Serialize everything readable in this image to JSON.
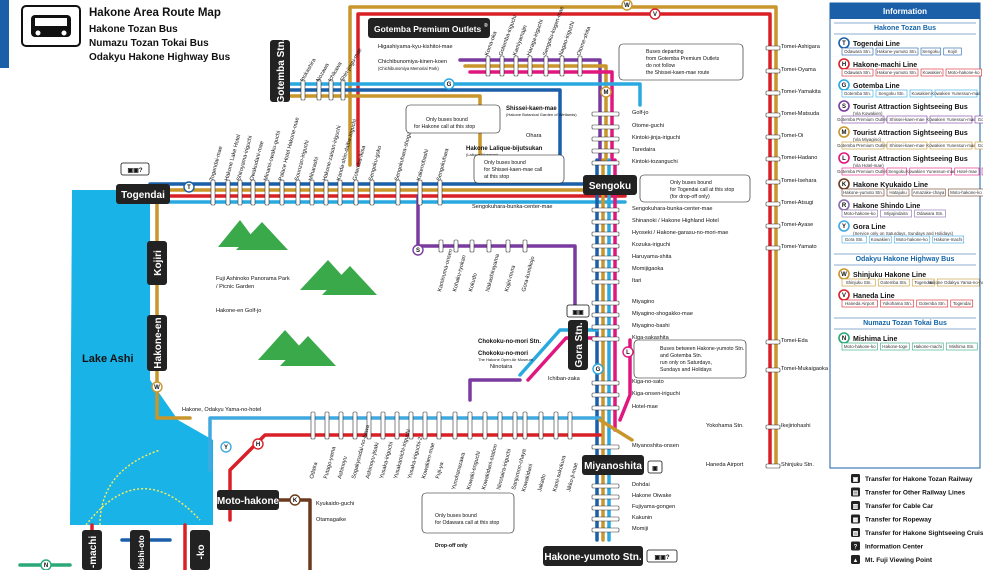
{
  "header": {
    "title": "Hakone Area Route Map",
    "subtitle_lines": [
      "Hakone Tozan Bus",
      "Numazu Tozan Tokai Bus",
      "Odakyu Hakone Highway Bus"
    ]
  },
  "colors": {
    "brand_blue": "#1a5fa8",
    "togendai": "#1a5fa8",
    "hakone_machi": "#d92027",
    "gotemba": "#2aa8e0",
    "tourist_s": "#7b3aa0",
    "tourist_m": "#c8962b",
    "tourist_l": "#e0177e",
    "kyukaido": "#6b3a1e",
    "shindo": "#8a6bb0",
    "gora": "#40a9e0",
    "shinjuku": "#c8962b",
    "haneda": "#d92027",
    "mishima": "#2aa878",
    "lake": "#1ab3e8",
    "mountain": "#3aa94a"
  },
  "hubs": {
    "togendai": "Togendai",
    "sengoku": "Sengoku",
    "kojiri": "Kojiri",
    "hakone_en": "Hakone-en",
    "gotemba_stn": "Gotemba Stn.",
    "gotemba_outlets": "Gotemba Premium Outlets",
    "gotemba_outlets_reg": "®",
    "gora_stn": "Gora Stn.",
    "miyanoshita": "Miyanoshita",
    "moto_hakone": "Moto-hakone",
    "yumoto_stn": "Hakone-yumoto Stn.",
    "machi_fragment": "-machi",
    "kashi_fragment": "kishi-oto",
    "ko_fragment": "-ko"
  },
  "lake_label": "Lake Ashi",
  "stations": {
    "top_diag": [
      "Inokashira",
      "Nozawa",
      "Ichikawa",
      "Shin-jingu-mae"
    ],
    "top_right_diag": [
      "Koma-oka",
      "Gotemba-iriguchi",
      "Kamiyamajin",
      "Haraga-iriguchi",
      "Sengoku-kogen-mae",
      "Nagao-iriguchi",
      "Otome-shita"
    ],
    "upper_row": [
      "Togendai-mae",
      "Hakone Lake Hotel",
      "Shiroyama-iriguchi",
      "Owakudani-mae",
      "Minami-owaku-guchi",
      "Palace Hotel Hakone-mae",
      "Sounzan-iriguchi",
      "Miharashi",
      "Hakone-zaisan-iriguchi",
      "Kanda-shin-daiba-iriguchi",
      "Gotemba-ikisa",
      "Sengoku-goko"
    ],
    "togendai_east": [
      "Sengokuhara-shogakko-mae",
      "Kakenobashi",
      "Sengokuhara"
    ],
    "middle_row": [
      "Kaminuma-onsen",
      "Kohaku-ryokan",
      "Kokudo",
      "Nakashirayama",
      "Kojiri-mura",
      "Gora-kumikojo"
    ],
    "central_col": [
      "Sengokuhara-bunka-center-mae",
      "Shinanoki / Hakone Highland Hotel",
      "Hyoseki / Hakone-garasu-no-mori-mae",
      "Kozuka-iriguchi",
      "Haruyama-shita",
      "Momijigaoka",
      "Itari",
      "Miyagino",
      "Miyagino-shogakko-mae",
      "Miyagino-bashi",
      "Kiga-sakashita"
    ],
    "lower_col": [
      "Kiga-no-sato",
      "Kiga-onsen-iriguchi",
      "Hotel-mae",
      "Miyanoshita-onsen"
    ],
    "bottom_row": [
      "Odaira",
      "Futago-yama",
      "Ashinoyu",
      "Sogakyoudai-no-kawa",
      "Ashinoyu-jisaki",
      "Yusaka-iriguchi",
      "Yusakamichi-iriguchi",
      "Yusaka-iriguchi-2",
      "Kowakien-mae",
      "Fuji-ya"
    ],
    "bottom_row_2": [
      "Yunohanazawa",
      "Kowaki-enguchi",
      "Kowakidani-station",
      "Ninotaira-iriguchi",
      "Sanjumon-chaya"
    ],
    "yumoto_feeders": [
      "Kowakidani",
      "Jakado",
      "Kami-sokokura",
      "Jikko-ji-mae"
    ],
    "gora_area": [
      "Chokoku-no-mori Stn.",
      "Chokoku-no-mori",
      "The Hakone Open Air Museum",
      "Ninotaira",
      "Ichiban-zaka"
    ],
    "mid_bottom": [
      "Dohdai",
      "Hakone Oiwake",
      "Fujiyama-gongen",
      "Kakunin",
      "Momiji"
    ],
    "upper_mid": [
      "Golf-jo",
      "Otome-guchi",
      "Kintoki-jinja-iriguchi",
      "Taredaira",
      "Kintoki-tozanguchi"
    ],
    "outlets_area": [
      "Higashiyama-kyu-kishitoi-mae",
      "Chichibunomiya-kinen-koen",
      "(Chichibunomiya Memorial Park)"
    ],
    "shissei": [
      "Shissei-kaen-mae",
      "(Hakone Botanical Garden of Wetlands)",
      "Ohara"
    ],
    "lalique": [
      "Hakone Lalique-bijutsukan",
      "(Lalique Museum)"
    ],
    "left": [
      "Fuji Ashinoko Panorama Park",
      "/ Picnic Garden",
      "Hakone-en Golf-jo",
      "Hakone, Odakyu Yama-no-hotel"
    ],
    "right_col": [
      "Tomei-Ashigara",
      "Tomei-Oyama",
      "Tomei-Yamakita",
      "Tomei-Matsuda",
      "Tomei-Oi",
      "Tomei-Hadano",
      "Tomei-Isehara",
      "Tomei-Atsugi",
      "Tomei-Ayase",
      "Tomei-Yamato",
      "Tomei-Eda",
      "Tomei-Mukaigaoka"
    ],
    "right_bottom": [
      "Yokohama Stn.",
      "Ikejiriohashi",
      "Haneda Airport",
      "Shinjuku Stn."
    ],
    "moto_hakone_area": [
      "Kyukaido-guchi",
      "Otamagaike"
    ]
  },
  "notes": {
    "outlets": [
      "Buses departing",
      "from Gotemba Premium Outlets",
      "do not follow",
      "the Shissei-kaen-mae route"
    ],
    "hakone_call": [
      "Only buses bound",
      "for Hakone call at this stop"
    ],
    "shissei_call": [
      "Only buses bound",
      "for Shissei-kaen-mae call",
      "at this stop"
    ],
    "togendai_call": [
      "Only buses bound",
      "for Togendai call at this stop",
      "(for drop-off only)"
    ],
    "yamato": [
      "Buses between Hakone-yumoto Stn.",
      "and Gotemba Stn.",
      "run only on Saturdays,",
      "Sundays and Holidays"
    ],
    "odawara": [
      "Only buses bound",
      "for Odawara call at this stop"
    ],
    "drop_off": "Drop-off only"
  },
  "legend": {
    "header": "Information",
    "sections": [
      {
        "title": "Hakone Tozan Bus",
        "lines": [
          {
            "letter": "T",
            "name": "Togendai Line",
            "color": "#1a5fa8",
            "stops": [
              "Odawara Stn.",
              "Hakone-yumoto Stn.",
              "Sengoku",
              "Kojiri"
            ]
          },
          {
            "letter": "H",
            "name": "Hakone-machi Line",
            "color": "#d92027",
            "stops": [
              "Odawara Stn.",
              "Hakone-yumoto Stn.",
              "Kowakien",
              "Moto-hakone-ko",
              "Hakone-machi"
            ]
          },
          {
            "letter": "G",
            "name": "Gotemba Line",
            "color": "#2aa8e0",
            "stops": [
              "Gotemba Stn.",
              "Sengoku Stn.",
              "Kowakien",
              "Kowakien Yunessun-mae"
            ]
          },
          {
            "letter": "S",
            "name": "Tourist Attraction Sightseeing Bus",
            "sub": "(Via Kowakien)",
            "color": "#7b3aa0",
            "stops": [
              "Gotemba Premium Outlets",
              "Shissei-kaen-mae",
              "Kowakien Yunessun-mae",
              "Gora Stn.",
              "Pola-bijutsukan"
            ]
          },
          {
            "letter": "M",
            "name": "Tourist Attraction Sightseeing Bus",
            "sub": "(Via Miyagino)",
            "color": "#c8962b",
            "stops": [
              "Gotemba Premium Outlets",
              "Shissei-kaen-mae",
              "Kowakien Yunessun-mae",
              "Gora Stn.",
              "Miyagino"
            ]
          },
          {
            "letter": "L",
            "name": "Tourist Attraction Sightseeing Bus",
            "sub": "(Via Hotel-mae)",
            "color": "#e0177e",
            "stops": [
              "Gotemba Premium Outlets",
              "Sengoku",
              "Kowakien Yunessun-mae",
              "Hotel-mae",
              "Miyagino"
            ]
          },
          {
            "letter": "K",
            "name": "Hakone Kyukaido Line",
            "color": "#6b3a1e",
            "stops": [
              "Hakone-yumoto Stn.",
              "Hatajuku",
              "Amazake-chaya",
              "Moto-hakone-ko"
            ]
          },
          {
            "letter": "R",
            "name": "Hakone Shindo Line",
            "color": "#8a6bb0",
            "stops": [
              "Moto-hakone-ko",
              "Miyajindaira",
              "Odawara Stn."
            ]
          },
          {
            "letter": "Y",
            "name": "Gora Line",
            "sub": "(Service only on Saturdays, Sundays and Holidays)",
            "color": "#40a9e0",
            "stops": [
              "Gora Stn.",
              "Kowakien",
              "Moto-hakone-ko",
              "Hakone-machi"
            ]
          }
        ]
      },
      {
        "title": "Odakyu Hakone Highway Bus",
        "lines": [
          {
            "letter": "W",
            "name": "Shinjuku Hakone Line",
            "color": "#c8962b",
            "stops": [
              "Shinjuku Stn.",
              "Gotemba Stn.",
              "Togendai",
              "Hakone Odakyu Yama-no-hotel"
            ]
          },
          {
            "letter": "V",
            "name": "Haneda Line",
            "color": "#d92027",
            "stops": [
              "Haneda Airport",
              "Yokohama Stn.",
              "Gotemba Stn.",
              "Togendai"
            ]
          }
        ]
      },
      {
        "title": "Numazu Tozan Tokai Bus",
        "lines": [
          {
            "letter": "N",
            "name": "Mishima Line",
            "color": "#2aa878",
            "stops": [
              "Moto-hakone-ko",
              "Hakone-toge",
              "Hakone-machi",
              "Mishima Stn."
            ]
          }
        ]
      }
    ],
    "symbols": [
      "Transfer for Hakone Tozan Railway",
      "Transfer for Other Railway Lines",
      "Transfer for Cable Car",
      "Transfer for Ropeway",
      "Transfer for Hakone Sightseeing Cruise",
      "Information Center",
      "Mt. Fuji Viewing Point"
    ]
  }
}
